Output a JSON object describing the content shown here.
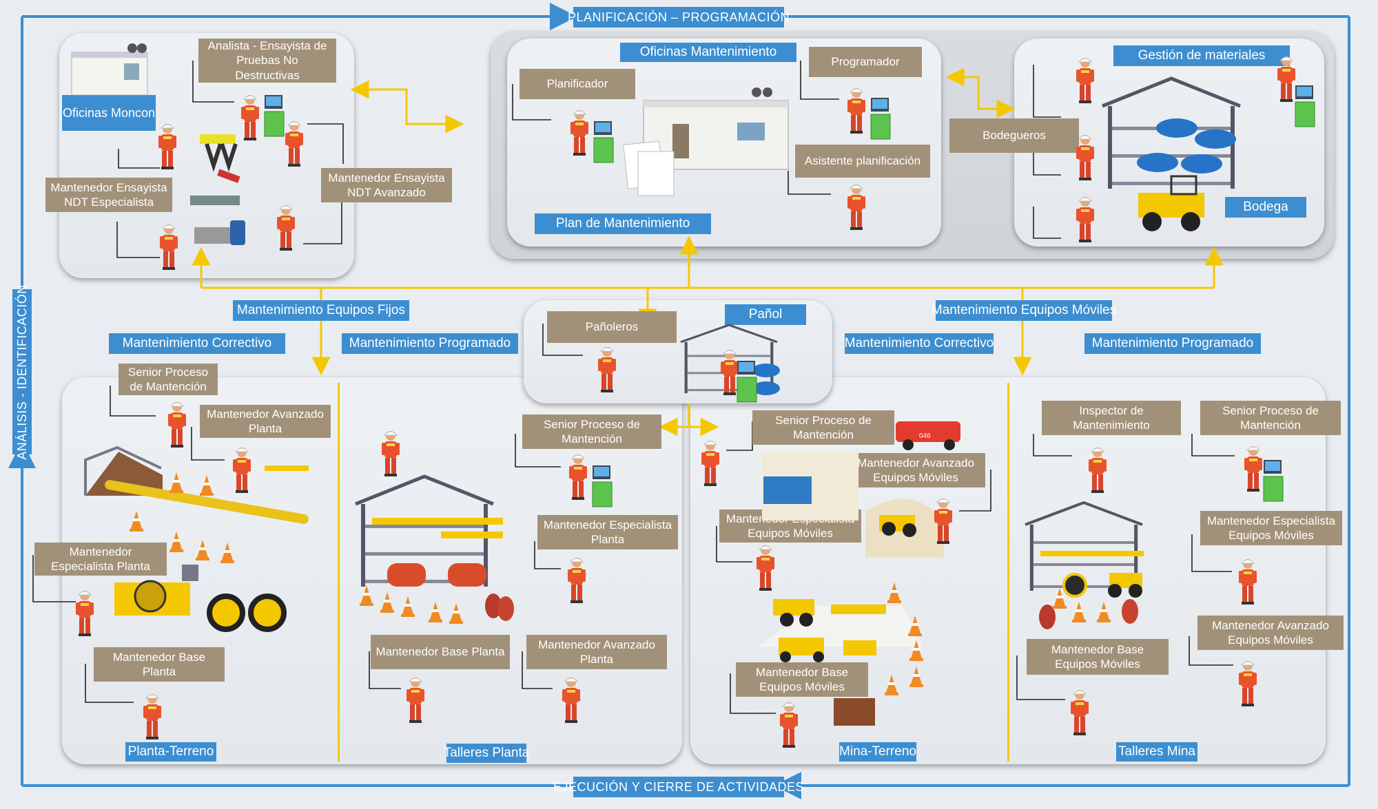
{
  "cycle": {
    "top": "PLANIFICACIÓN – PROGRAMACIÓN",
    "left": "ANÁLISIS - IDENTIFICACIÓN",
    "bottom": "EJECUCIÓN Y CIERRE DE ACTIVIDADES"
  },
  "moncon": {
    "title": "Oficinas Moncon",
    "roles": {
      "analista": "Analista - Ensayista de Pruebas No Destructivas",
      "especialista": "Mantenedor Ensayista NDT Especialista",
      "avanzado": "Mantenedor Ensayista NDT Avanzado"
    }
  },
  "mantenimiento": {
    "title": "Oficinas Mantenimiento",
    "plan": "Plan de Mantenimiento",
    "roles": {
      "planificador": "Planificador",
      "programador": "Programador",
      "asistente": "Asistente planificación"
    }
  },
  "materiales": {
    "title": "Gestión de materiales",
    "bodega": "Bodega",
    "roles": {
      "bodegueros": "Bodegueros"
    }
  },
  "panol": {
    "title": "Pañol",
    "roles": {
      "panoleros": "Pañoleros"
    }
  },
  "branches": {
    "fijos": "Mantenimiento Equipos Fijos",
    "moviles": "Mantenimiento Equipos Móviles",
    "fijos_correctivo": "Mantenimiento Correctivo",
    "fijos_programado": "Mantenimiento Programado",
    "moviles_correctivo": "Mantenimiento Correctivo",
    "moviles_programado": "Mantenimiento Programado"
  },
  "planta_terreno": {
    "title": "Planta-Terreno",
    "roles": {
      "senior": "Senior Proceso de Mantención",
      "avanzado": "Mantenedor Avanzado Planta",
      "especialista": "Mantenedor Especialista Planta",
      "base": "Mantenedor Base Planta"
    }
  },
  "talleres_planta": {
    "title": "Talleres Planta",
    "roles": {
      "senior": "Senior Proceso de Mantención",
      "especialista": "Mantenedor Especialista Planta",
      "base": "Mantenedor Base Planta",
      "avanzado": "Mantenedor Avanzado Planta"
    }
  },
  "mina_terreno": {
    "title": "Mina-Terreno",
    "truck_number": "046",
    "roles": {
      "senior": "Senior Proceso de Mantención",
      "avanzado": "Mantenedor Avanzado Equipos Móviles",
      "especialista": "Mantenedor Especialista Equipos Móviles",
      "base": "Mantenedor Base Equipos Móviles"
    }
  },
  "talleres_mina": {
    "title": "Talleres Mina",
    "roles": {
      "inspector": "Inspector de Mantenimiento",
      "senior": "Senior Proceso de Mantención",
      "especialista": "Mantenedor Especialista Equipos Móviles",
      "avanzado": "Mantenedor Avanzado Equipos Móviles",
      "base": "Mantenedor Base Equipos Móviles"
    }
  },
  "colors": {
    "blue": "#3c8ed0",
    "tan": "#a29179",
    "yellow": "#f4c800",
    "worker_orange": "#e8532b"
  }
}
